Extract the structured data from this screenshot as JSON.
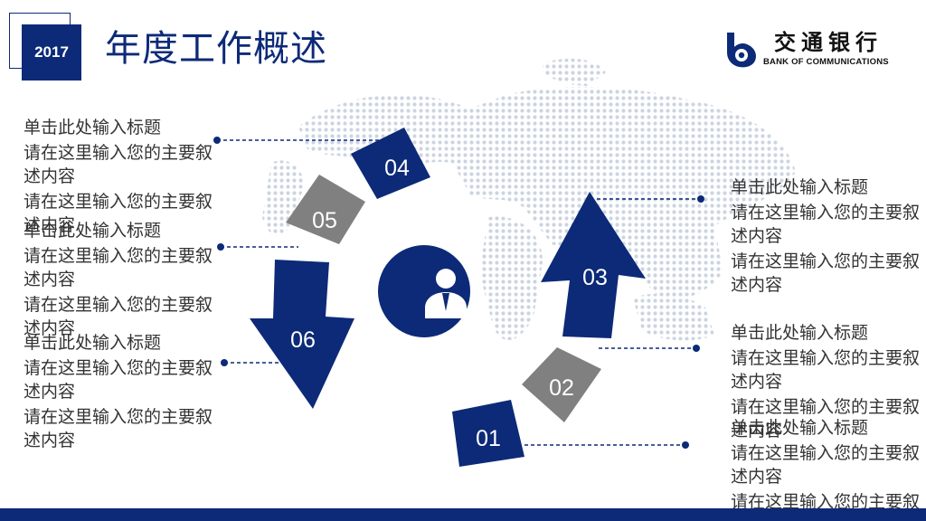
{
  "year": "2017",
  "title": "年度工作概述",
  "logo": {
    "cn": "交通银行",
    "en": "BANK OF COMMUNICATIONS"
  },
  "colors": {
    "primary": "#0c2a78",
    "gray": "#808080",
    "map": "#c9d2de"
  },
  "center_icon": "businessman-icon",
  "segments": [
    {
      "num": "01"
    },
    {
      "num": "02"
    },
    {
      "num": "03"
    },
    {
      "num": "04"
    },
    {
      "num": "05"
    },
    {
      "num": "06"
    }
  ],
  "left_items": [
    {
      "title": "单击此处输入标题",
      "desc1": "请在这里输入您的主要叙述内容",
      "desc2": "请在这里输入您的主要叙述内容"
    },
    {
      "title": "单击此处输入标题",
      "desc1": "请在这里输入您的主要叙述内容",
      "desc2": "请在这里输入您的主要叙述内容"
    },
    {
      "title": "单击此处输入标题",
      "desc1": "请在这里输入您的主要叙述内容",
      "desc2": "请在这里输入您的主要叙述内容"
    }
  ],
  "right_items": [
    {
      "title": "单击此处输入标题",
      "desc1": "请在这里输入您的主要叙述内容",
      "desc2": "请在这里输入您的主要叙述内容"
    },
    {
      "title": "单击此处输入标题",
      "desc1": "请在这里输入您的主要叙述内容",
      "desc2": "请在这里输入您的主要叙述内容"
    },
    {
      "title": "单击此处输入标题",
      "desc1": "请在这里输入您的主要叙述内容",
      "desc2": "请在这里输入您的主要叙述内容"
    }
  ]
}
